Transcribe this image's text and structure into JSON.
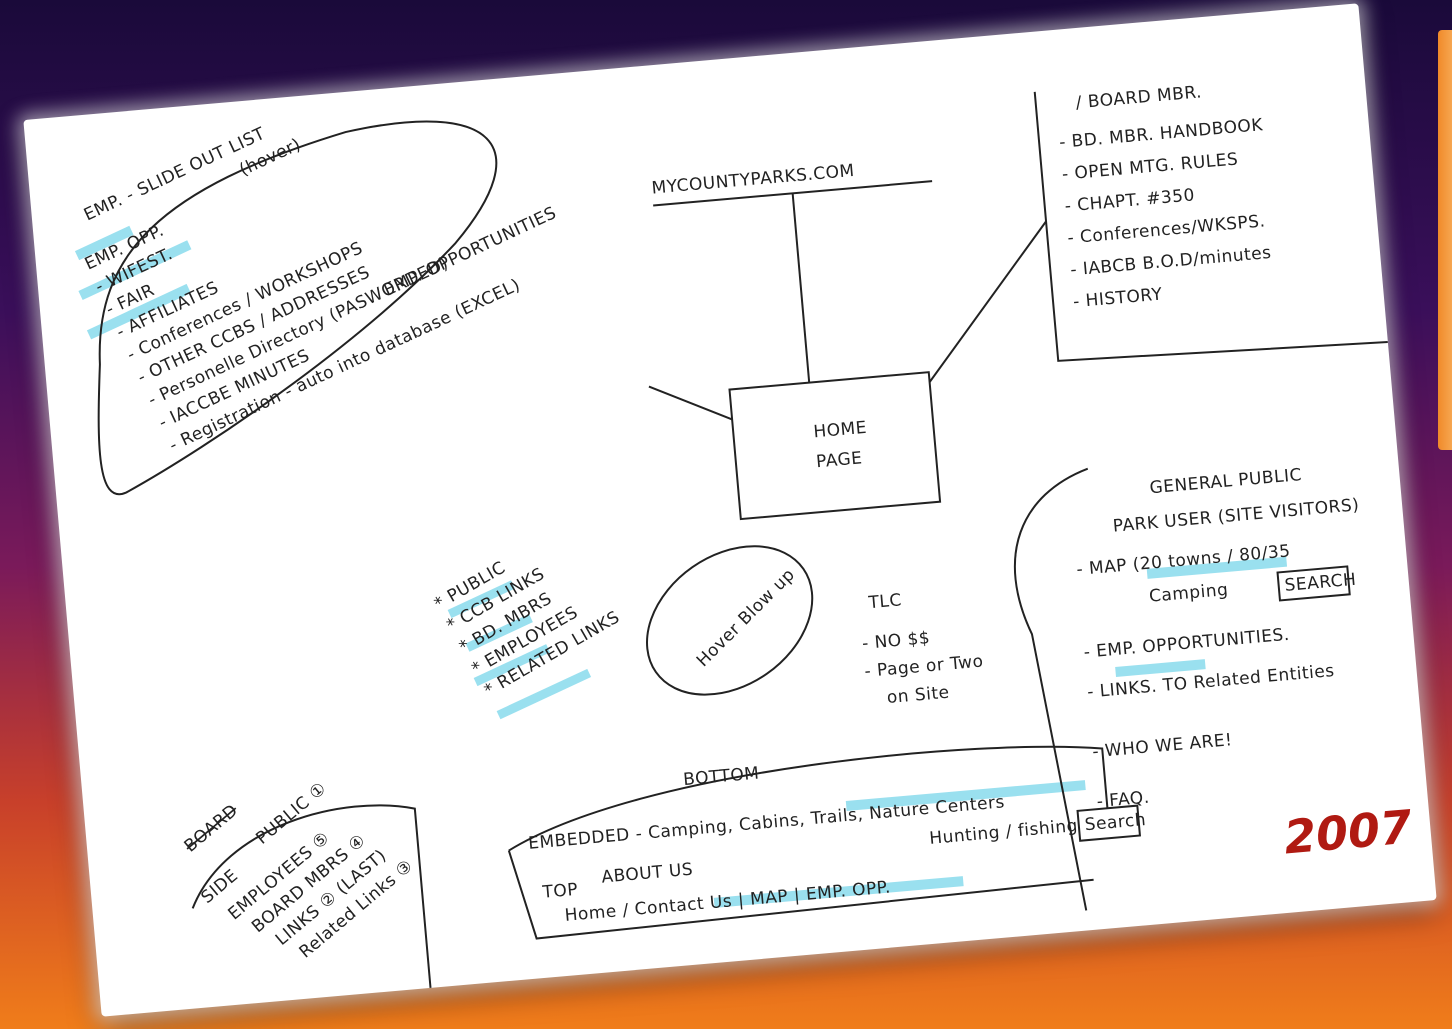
{
  "year_stamp": "2007",
  "sketch": {
    "site_title": "MYCOUNTYPARKS.COM",
    "home_page": [
      "HOME",
      "PAGE"
    ],
    "left_cluster": {
      "heading": "EMP. - SLIDE OUT LIST",
      "hover_note": "(hover)",
      "items": [
        "EMP. OPP.",
        "- WIFEST.",
        "- FAIR",
        "- AFFILIATES",
        "- Conferences / WORKSHOPS",
        "- OTHER CCBS / ADDRESSES",
        "- Personelle Directory (PASWORDED)",
        "- IACCBE MINUTES",
        "- Registration - auto into database (EXCEL)"
      ],
      "emp_opportunities": "EMP. OPPORTUNITIES"
    },
    "board_box": {
      "heading": "/ BOARD MBR.",
      "items": [
        "- BD. MBR. HANDBOOK",
        "- OPEN MTG. RULES",
        "- CHAPT. #350",
        "- Conferences/WKSPS.",
        "- IABCB B.O.D/minutes",
        "- HISTORY"
      ]
    },
    "links_list": [
      "* PUBLIC",
      "* CCB LINKS",
      "* BD. MBRS",
      "* EMPLOYEES",
      "* RELATED LINKS"
    ],
    "hover_blow_up": "Hover Blow up",
    "tlc": {
      "title": "TLC",
      "items": [
        "- NO $$",
        "- Page or Two",
        "on Site"
      ]
    },
    "general_public": {
      "heading": "GENERAL PUBLIC",
      "subheading": "PARK USER (SITE VISITORS)",
      "items": [
        "- MAP (20 towns / 80/35",
        "Camping",
        "- EMP. OPPORTUNITIES.",
        "- LINKS. TO Related Entities",
        "- WHO WE ARE!",
        "- FAQ."
      ],
      "search_box": "SEARCH"
    },
    "bottom": {
      "label": "BOTTOM",
      "embedded": "EMBEDDED - Camping, Cabins, Trails, Nature Centers",
      "embedded_2": "Hunting / fishing"
    },
    "top_nav": {
      "label": "TOP",
      "about": "ABOUT US",
      "items": "Home / Contact Us | MAP | EMP. OPP.",
      "search": "Search"
    },
    "side": {
      "crossed": "BOARD",
      "label": "SIDE",
      "public": "PUBLIC ①",
      "lines": [
        "EMPLOYEES ⑤",
        "BOARD MBRS ④",
        "LINKS ② (LAST)",
        "Related Links ③"
      ]
    }
  }
}
